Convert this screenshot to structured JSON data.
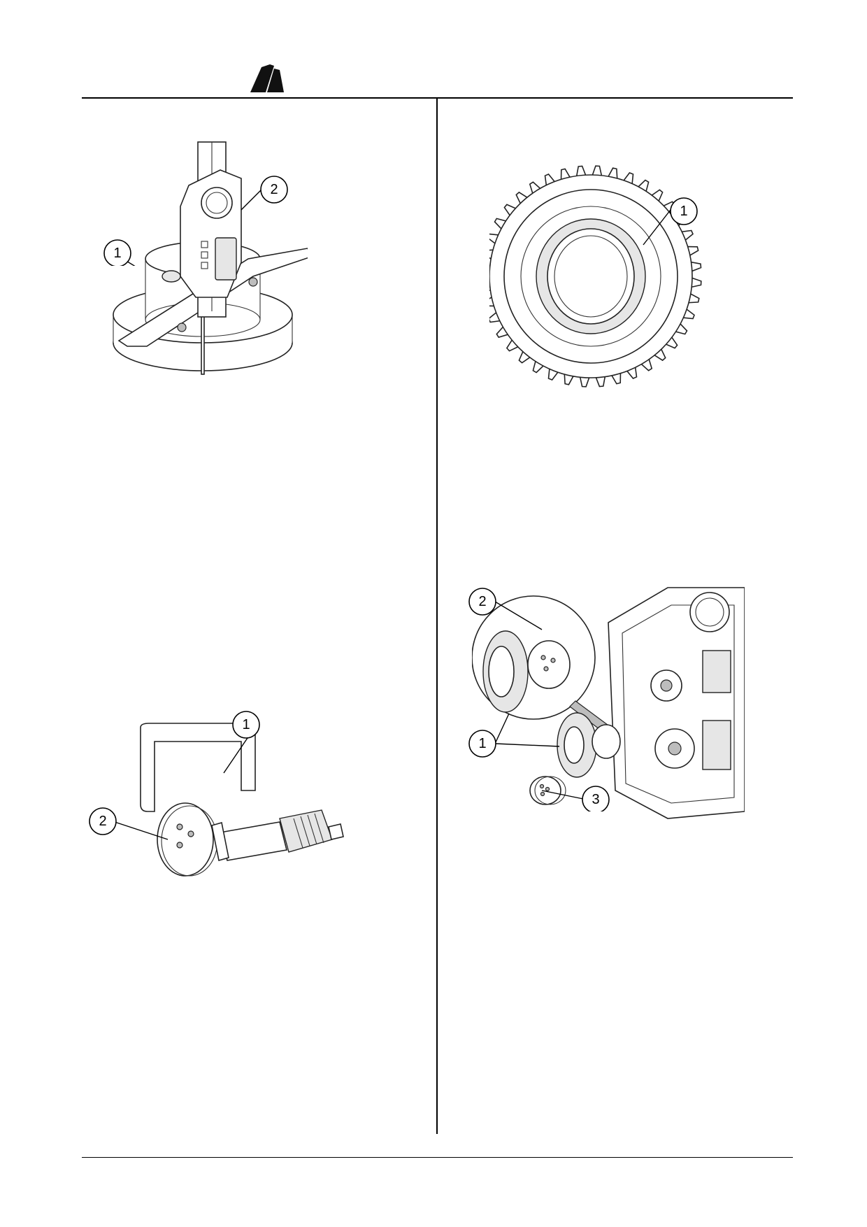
{
  "header": {
    "logo_icon": "brand-logo-icon"
  },
  "figures": [
    {
      "name": "depth-gauge-figure",
      "callouts": [
        "1",
        "2"
      ]
    },
    {
      "name": "gear-figure",
      "callouts": [
        "1"
      ]
    },
    {
      "name": "micrometer-figure",
      "callouts": [
        "1",
        "2"
      ]
    },
    {
      "name": "engine-gear-assembly-figure",
      "callouts": [
        "2",
        "1",
        "3"
      ]
    }
  ],
  "colors": {
    "rule": "#000000",
    "line_art": "#222222",
    "background": "#ffffff"
  }
}
